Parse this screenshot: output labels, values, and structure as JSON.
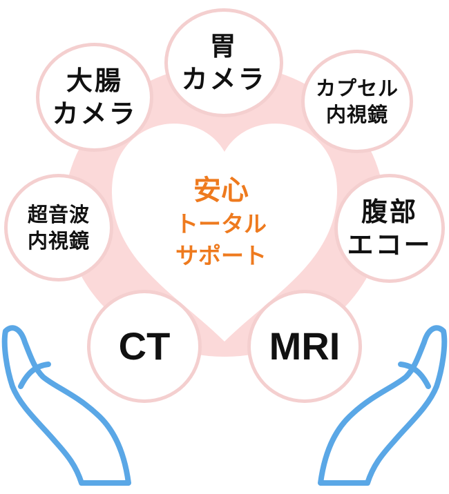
{
  "center": {
    "line1": "安心",
    "line2": "トータル",
    "line3": "サポート"
  },
  "items": {
    "stomach": [
      "胃",
      "カメラ"
    ],
    "colon": [
      "大腸",
      "カメラ"
    ],
    "capsule": [
      "カプセル",
      "内視鏡"
    ],
    "eus": [
      "超音波",
      "内視鏡"
    ],
    "abdominal": [
      "腹部",
      "エコー"
    ],
    "ct": "CT",
    "mri": "MRI"
  },
  "colors": {
    "ring": "#fbd9d9",
    "heart": "#ffffff",
    "circle_border": "#f4cfcf",
    "center_text": "#ee7a1e",
    "hands": "#5aa7e6",
    "text": "#111111"
  }
}
